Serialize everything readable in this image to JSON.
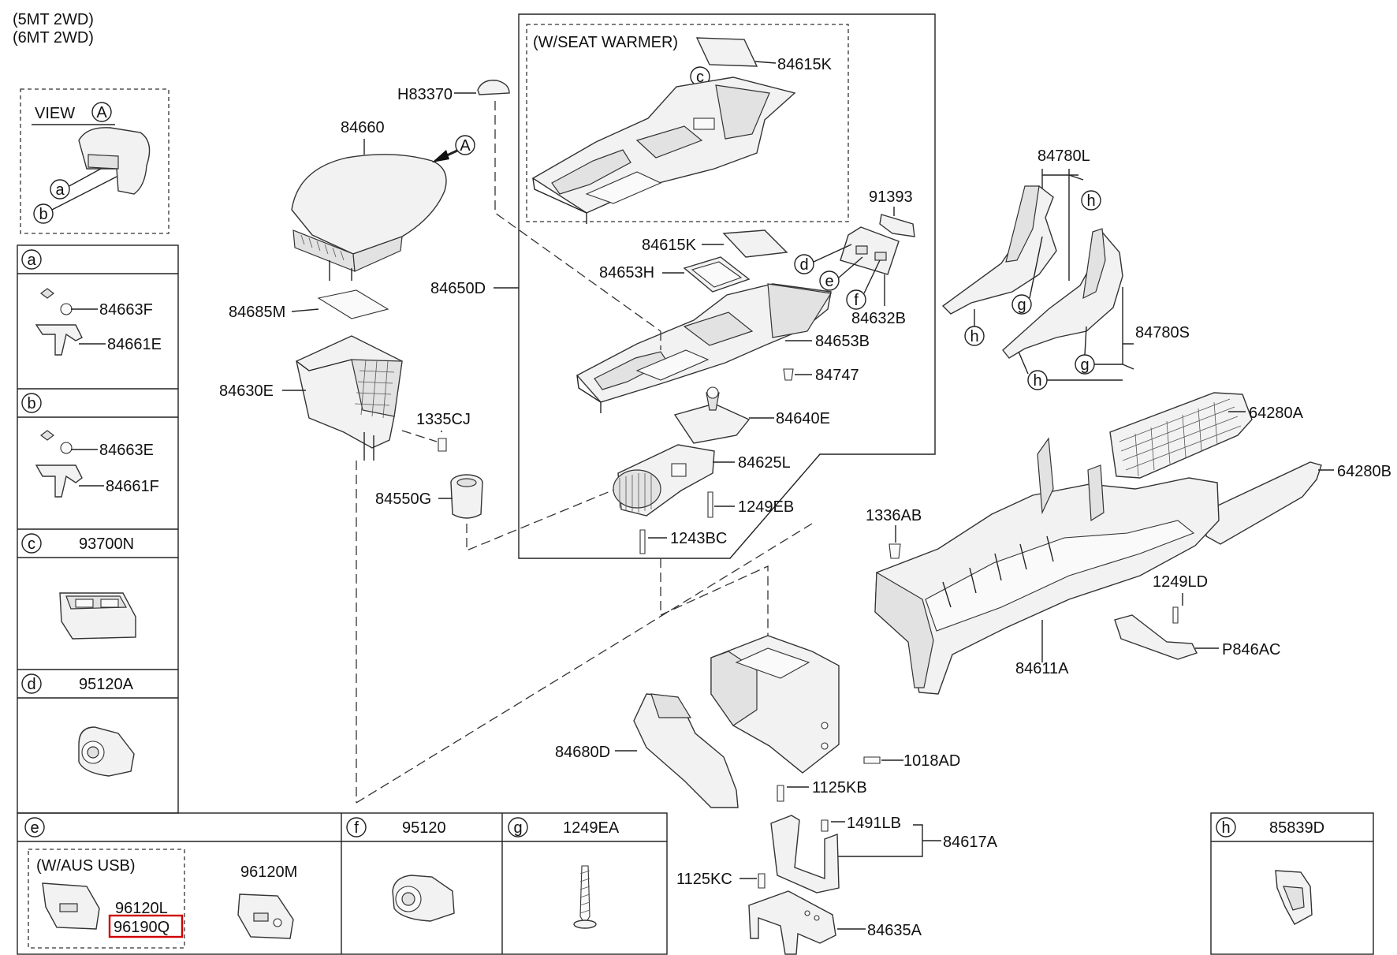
{
  "header": {
    "variant_1": "(5MT 2WD)",
    "variant_2": "(6MT 2WD)"
  },
  "view": {
    "label": "VIEW",
    "letter": "A"
  },
  "callout_letters": {
    "a": "a",
    "b": "b",
    "c": "c",
    "d": "d",
    "e": "e",
    "f": "f",
    "g": "g",
    "h": "h",
    "A": "A"
  },
  "legend": {
    "a": {
      "letter": "a",
      "parts": [
        "84663F",
        "84661E"
      ]
    },
    "b": {
      "letter": "b",
      "parts": [
        "84663E",
        "84661F"
      ]
    },
    "c": {
      "letter": "c",
      "part": "93700N"
    },
    "d": {
      "letter": "d",
      "part": "95120A"
    },
    "e": {
      "letter": "e",
      "group": "(W/AUS  USB)",
      "parts": [
        "96120L",
        "96190Q",
        "96120M"
      ]
    },
    "f": {
      "letter": "f",
      "part": "95120"
    },
    "g": {
      "letter": "g",
      "part": "1249EA"
    },
    "h": {
      "letter": "h",
      "part": "85839D"
    }
  },
  "seat_warmer_group": "(W/SEAT WARMER)",
  "highlight_color": "#d00000",
  "parts": {
    "H83370": "H83370",
    "84660": "84660",
    "84615K_top": "84615K",
    "84615K": "84615K",
    "84653H": "84653H",
    "84650D": "84650D",
    "84685M": "84685M",
    "84630E": "84630E",
    "1335CJ": "1335CJ",
    "84550G": "84550G",
    "91393": "91393",
    "84632B": "84632B",
    "84653B": "84653B",
    "84747": "84747",
    "84640E": "84640E",
    "84625L": "84625L",
    "1249EB": "1249EB",
    "1243BC": "1243BC",
    "84780L": "84780L",
    "84780S": "84780S",
    "64280A": "64280A",
    "64280B": "64280B",
    "1336AB": "1336AB",
    "1249LD": "1249LD",
    "P846AC": "P846AC",
    "84611A": "84611A",
    "84680D": "84680D",
    "1018AD": "1018AD",
    "1125KB": "1125KB",
    "1491LB": "1491LB",
    "84617A": "84617A",
    "1125KC": "1125KC",
    "84635A": "84635A"
  }
}
